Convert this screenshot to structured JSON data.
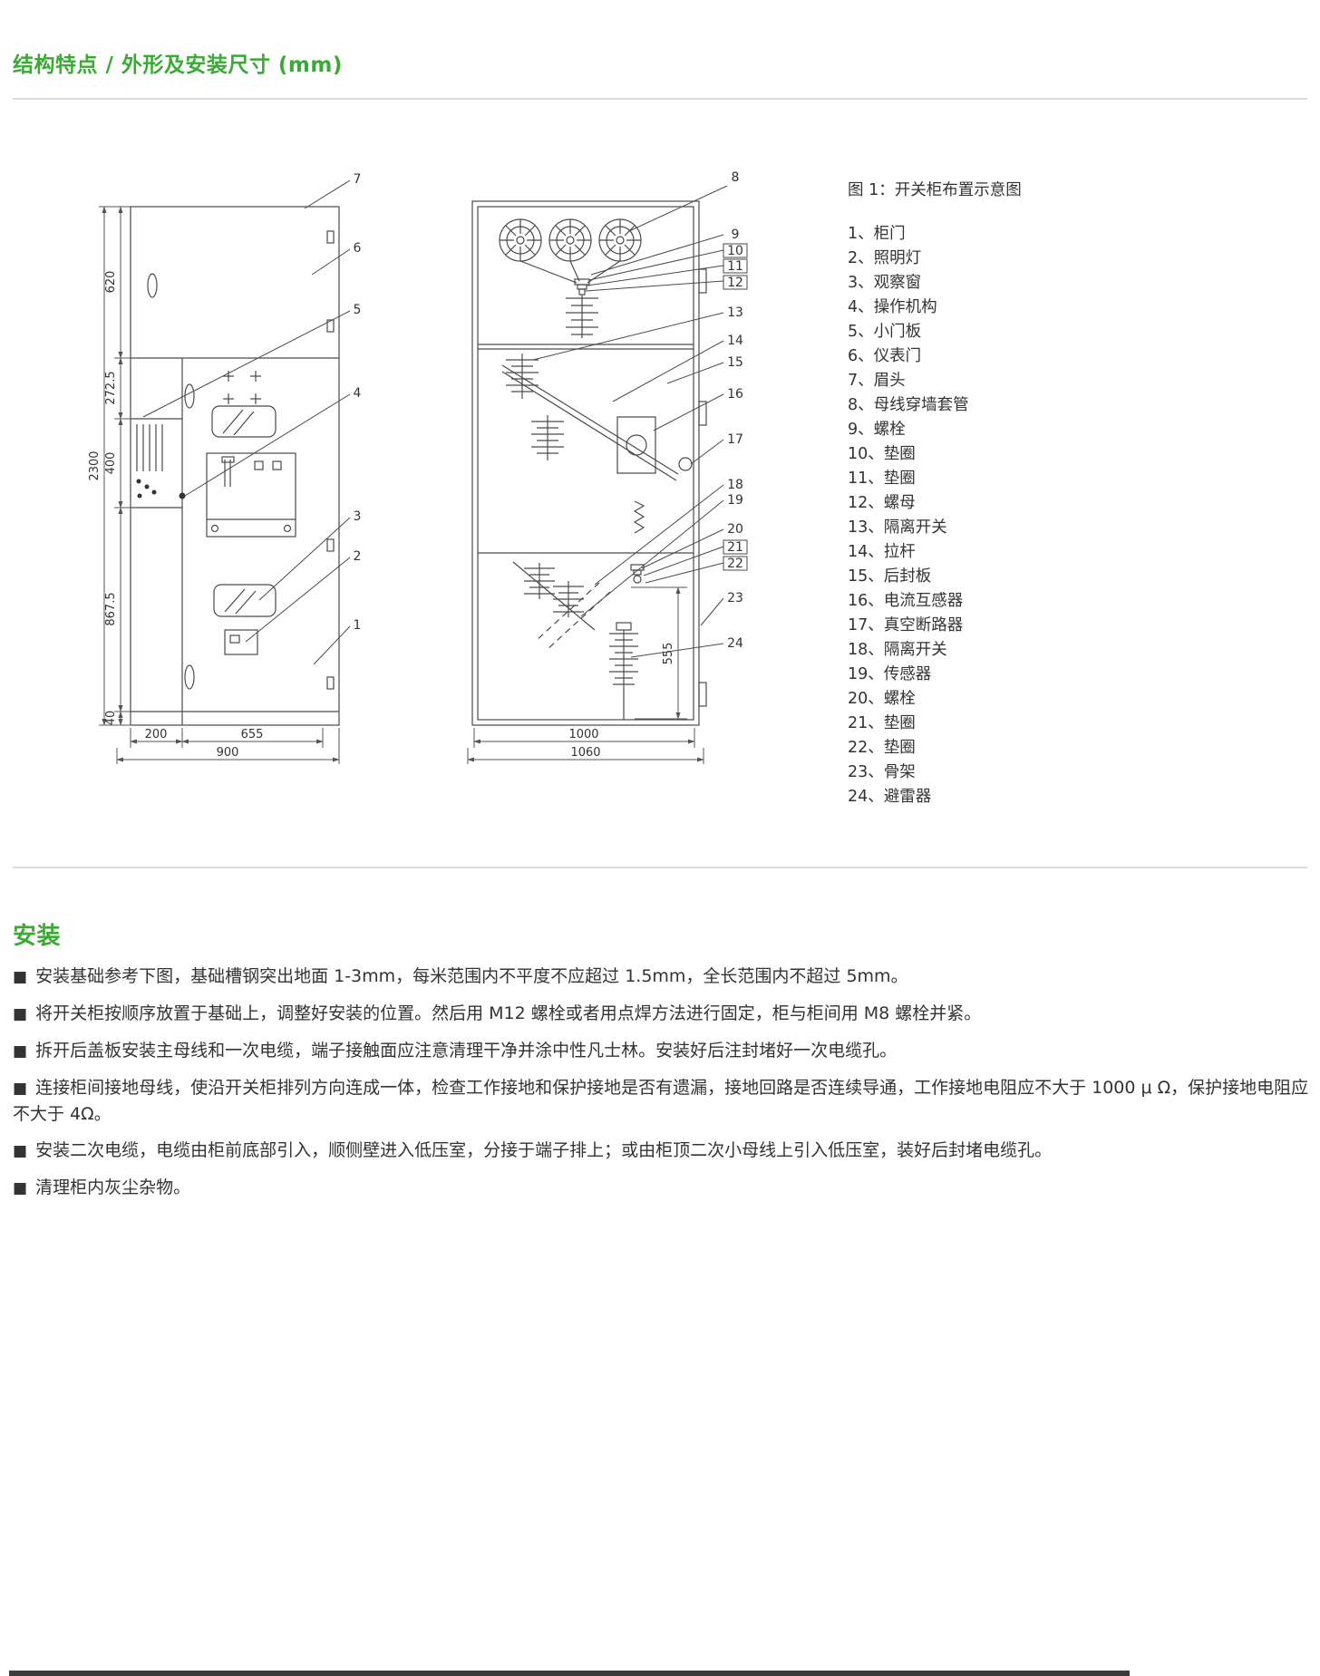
{
  "headers": {
    "structure": "结构特点 / 外形及安装尺寸 (mm)",
    "install": "安装"
  },
  "figure": {
    "caption": "图 1：开关柜布置示意图",
    "legend": [
      "1、柜门",
      "2、照明灯",
      "3、观察窗",
      "4、操作机构",
      "5、小门板",
      "6、仪表门",
      "7、眉头",
      "8、母线穿墙套管",
      "9、螺栓",
      "10、垫圈",
      "11、垫圈",
      "12、螺母",
      "13、隔离开关",
      "14、拉杆",
      "15、后封板",
      "16、电流互感器",
      "17、真空断路器",
      "18、隔离开关",
      "19、传感器",
      "20、螺栓",
      "21、垫圈",
      "22、垫圈",
      "23、骨架",
      "24、避雷器"
    ],
    "dims": {
      "d620": "620",
      "d272": "272.5",
      "d400": "400",
      "d867": "867.5",
      "d40": "40",
      "d2300": "2300",
      "d200": "200",
      "d655": "655",
      "d900": "900",
      "d555": "555",
      "d1000": "1000",
      "d1060": "1060"
    },
    "callouts": {
      "c1": "1",
      "c2": "2",
      "c3": "3",
      "c4": "4",
      "c5": "5",
      "c6": "6",
      "c7": "7",
      "c8": "8",
      "c9": "9",
      "c10": "10",
      "c11": "11",
      "c12": "12",
      "c13": "13",
      "c14": "14",
      "c15": "15",
      "c16": "16",
      "c17": "17",
      "c18": "18",
      "c19": "19",
      "c20": "20",
      "c21": "21",
      "c22": "22",
      "c23": "23",
      "c24": "24"
    }
  },
  "install": {
    "bullet_glyph": "■",
    "items": [
      "安装基础参考下图，基础槽钢突出地面 1-3mm，每米范围内不平度不应超过 1.5mm，全长范围内不超过 5mm。",
      "将开关柜按顺序放置于基础上，调整好安装的位置。然后用 M12 螺栓或者用点焊方法进行固定，柜与柜间用 M8 螺栓并紧。",
      "拆开后盖板安装主母线和一次电缆，端子接触面应注意清理干净并涂中性凡士林。安装好后注封堵好一次电缆孔。",
      "连接柜间接地母线，使沿开关柜排列方向连成一体，检查工作接地和保护接地是否有遗漏，接地回路是否连续导通，工作接地电阻应不大于 1000 μ Ω，保护接地电阻应不大于 4Ω。",
      "安装二次电缆，电缆由柜前底部引入，顺侧壁进入低压室，分接于端子排上；或由柜顶二次小母线上引入低压室，装好后封堵电缆孔。",
      "清理柜内灰尘杂物。"
    ]
  }
}
